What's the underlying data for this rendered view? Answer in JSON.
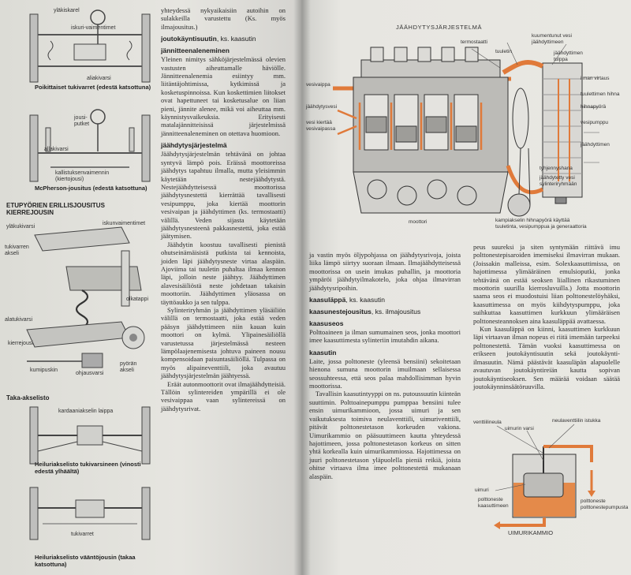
{
  "left_page": {
    "fig1": {
      "labels": [
        "yläkiskarel",
        "iskuri-vaimentimet",
        "aliakivarsi"
      ],
      "caption": "Poikittaiset tukivarret (edestä katsottuna)"
    },
    "fig2": {
      "labels": [
        "jousi-putket",
        "kallistuksenvaimennin (kiertojousi)",
        "allakivarsi"
      ],
      "caption": "McPherson-jousitus (edestä katsottuna)"
    },
    "fig3": {
      "title": "ETUPYÖRIEN ERILLISJOUSITUS KIERREJOUSIN",
      "labels": [
        "yläkukivarsi",
        "tukivarren akseli",
        "iskunvaimentimet",
        "olkatappi",
        "alatukivarsi",
        "kierrejousi",
        "kumipuskin",
        "ohjausvarsi",
        "pyörän akseli"
      ]
    },
    "fig4": {
      "title": "Taka-akselisto",
      "labels": [
        "kardaaniakselin laippa"
      ],
      "caption": "Heiluriakselisto tukivarsineen (vinosti edestä ylhäältä)"
    },
    "fig5": {
      "labels": [
        "tukivarret"
      ],
      "caption": "Heiluriakselisto vääntöjousin (takaa katsottuna)"
    },
    "column": {
      "intro": "yhteydessä nykyaikaisiin autoihin on sulakkeilla varustettu (Ks. myös ilmajousitus.)",
      "head1": "joutokäyntisuutin",
      "head1_ref": ", ks. kaasutin",
      "head2": "jännitteenaleneminen",
      "p2": "Yleinen nimitys sähköjärjestelmässä olevien vastusten aiheuttamalle häviölle. Jännitteenalenemia esiintyy mm. liitäntäjohtimissa, kytkimissä ja kosketuspinnoissa. Kun koskettimien liitokset ovat hapettuneet tai kosketusalue on liian pieni, jännite alenee, mikä voi aiheuttaa mm. käynnistysvaikeuksia. Erityisesti matalajännitteisissä järjestelmissä jännitteenaleneminen on otettava huomioon.",
      "head3": "jäähdytysjärjestelmä",
      "p3": "Jäähdytysjärjestelmän tehtävänä on johtaa syntyvä lämpö pois. Eräissä moottoreissa jäähdytys tapahtuu ilmalla, mutta yleisimmin käytetään nestejäähdytystä. Nestejäähdytteisessä moottorissa jäähdytysnestettä kierrättää tavallisesti vesipumppu, joka kiertää moottorin vesivaipan ja jäähdyttimen (ks. termostaatti) välillä. Veden sijasta käytetään jäähdytysnesteenä pakkasnestettä, joka estää jäätymisen.",
      "p4": "Jäähdytin koostuu tavallisesti pienistä ohutseinämäisistä putkista tai kennoista, joiden läpi jäähdytysneste virtaa alaspäin. Ajoviima tai tuuletin puhaltaa ilmaa kennon läpi, jolloin neste jäähtyy. Jäähdyttimen alavesisäiliöstä neste johdetaan takaisin moottoriin. Jäähdyttimen yläosassa on täyttöaukko ja sen tulppa.",
      "p5": "Sylinteriryhmän ja jäähdyttimen yläsäiliön välillä on termostaatti, joka estää veden pääsyn jäähdyttimeen niin kauan kuin moottori on kylmä. Ylipainesäiliöllä varustetussa järjestelmässä nesteen lämpölaajenemisesta johtuva paineen nousu kompensoidaan paisuntasäiliöllä. Tulpassa on myös alipaineventtiili, joka avautuu jäähdytysjärjestelmän jäähtyessä.",
      "p6": "Eräät autonmoottorit ovat ilmajäähdytteisiä. Tällöin sylintereiden ympärillä ei ole vesivaippaa vaan sylintereissä on jäähdytysrivat."
    }
  },
  "right_page": {
    "running_head": "JÄÄHDYTYSJÄRJESTELMÄ",
    "engine_diagram": {
      "labels_top": [
        "termostaatti",
        "tuuletin",
        "kuumentunut vesi jäähdyttimeen",
        "jäähdyttimen tulppa"
      ],
      "labels_right": [
        "ilman virtaus",
        "tuulettimen hihna",
        "hihnapyörä",
        "vesipumppu",
        "jäähdyttimen",
        "tyhjennyshana",
        "jäähdytetty vesi sylinteriryhmään"
      ],
      "labels_left": [
        "vesivaippa",
        "jäähdytysvesi",
        "vesi kiertää vesivaipassa"
      ],
      "labels_bottom": [
        "moottori",
        "kampiakselin hihnapyörä käyttää tuuletinta, vesipumppua ja generaattoria"
      ]
    },
    "col_left": {
      "p1": "ja vastin myös öljypohjassa on jäähdytysrivoja, joista liika lämpö siirtyy suoraan ilmaan. Ilmajäähdytteisessä moottorissa on usein imukas puhallin, ja moottoria ympäröi jäähdytyilmakotelo, joka ohjaa ilmavirran jäähdytysripoihin.",
      "head_a": "kaasuläppä",
      "head_a_ref": ", ks. kaasutin",
      "head_b": "kaasunestejousitus",
      "head_b_ref": ", ks. ilmajousitus",
      "head_c": "kaasuseos",
      "p_c": "Polttoaineen ja ilman sumumainen seos, jonka moottori imee kaasuttimesta sylinteriin imutahdin aikana.",
      "head_d": "kaasutin",
      "p_d": "Laite, jossa polttoneste (yleensä bensiini) sekoitetaan hienona sumuna moottorin imuilmaan sellaisessa seossuhteessa, että seos palaa mahdollisimman hyvin moottorissa.",
      "p_e": "Tavallisin kaasutintyyppi on ns. putoussuutin kiinteän suuttimin. Polttoainepumppu pumppaa bensiini tulee ensin uimurikammioon, jossa uimuri ja sen vaikutuksesta toimiva neulaventtiili, uimuriventtiili, pitävät polttonestetason korkeuden vakiona. Uimurikammio on pääsuuttimeen kautta yhteydessä hajottimeen, jossa polttonestetason korkeus on sitten yhtä korkealla kuin uimurikammiossa. Hajottimessa on juuri polttonestetason yläpuolella pieniä reikiä, joista ohitse virtaava ilma imee polttonestettä mukanaan alaspäin."
    },
    "col_right": {
      "p1": "peus suureksi ja siten syntymään riittävä imu polttonestepisaroiden imemiseksi ilmavirran mukaan. (Joissakin malleissa, esim. Solexkaasuttimissa, on hajottimessa ylimääräinen emulsioputki, jonka tehtävänä on estää seoksen liiallinen rikastuminen moottorin suurilla kierrosluvuilla.) Jotta moottorin saama seos ei muodostuisi liian polttonestelöyhäksi, kaasuttimessa on myös kiihdytyspumppu, joka suihkuttaa kaasuttimen kurkkuun ylimääräisen polttonesteannoksen aina kaasuläppää avattaessa.",
      "p2": "Kun kaasuläppä on kiinni, kaasuttimen kurkkuun läpi virtaavan ilman nopeus ei riitä imemään tarpeeksi polttonestettä. Tämän vuoksi kaasuttimessa on erikseen joutokäyntisuutin sekä joutokäynti-ilmasuutin. Nämä päästävät kaasuläpän alapuolelle avautuvan joutokäyntireiän kautta sopivan joutokäyntiseoksen. Sen määrää voidaan säätää joutokäynninsäätöruuvilla."
    },
    "carb_diagram": {
      "labels": [
        "venttiilineula",
        "uimurin varsi",
        "neulaventtiilin istukka",
        "uimuri",
        "polttoneste kaasuttimeen",
        "polttoneste polttonestepumpusta"
      ],
      "caption": "UIMURIKAMMIO"
    }
  }
}
